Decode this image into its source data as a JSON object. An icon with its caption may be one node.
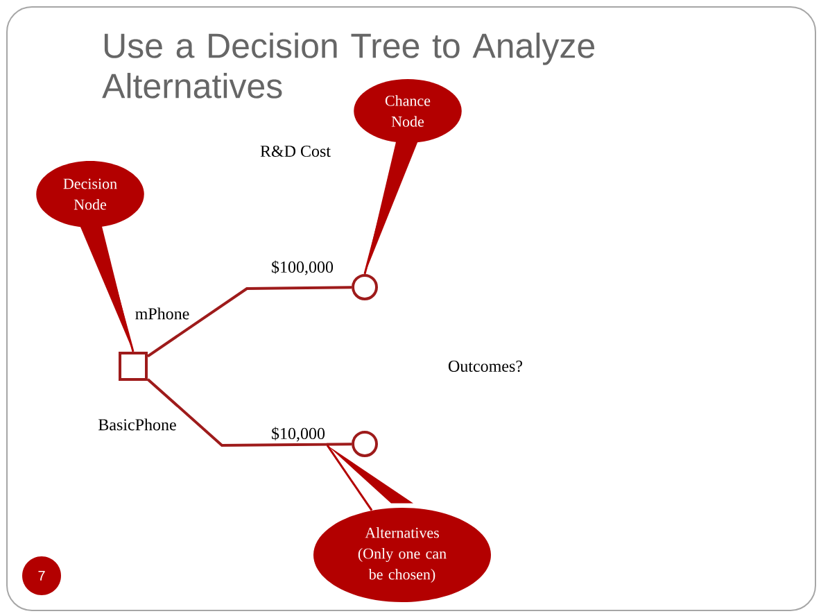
{
  "diagram": {
    "title": "Use a Decision Tree to Analyze Alternatives",
    "nodes": [
      {
        "text": [],
        "shape": "box"
      },
      {
        "text": [],
        "shape": "circle"
      },
      {
        "text": [],
        "shape": "circle"
      },
      {
        "text": [
          "Decision Node"
        ]
      },
      {
        "text": [
          "Chance Node"
        ]
      },
      {
        "text": [
          "Alternatives (Only one can be chosen)"
        ]
      },
      {
        "text": [
          "7"
        ]
      }
    ],
    "edges": [
      {
        "from": 0,
        "to": 1,
        "arrow": "none",
        "label": "$100,000"
      },
      {
        "from": 0,
        "to": 2,
        "arrow": "none",
        "label": "$10,000"
      },
      {
        "from": 3,
        "to": 0,
        "arrow": "none"
      },
      {
        "from": 4,
        "to": 1,
        "arrow": "none"
      },
      {
        "from": 5,
        "to": null,
        "arrow": "none"
      }
    ],
    "labels": [
      "R&D Cost",
      "mPhone",
      "Outcomes?",
      "BasicPhone"
    ]
  }
}
